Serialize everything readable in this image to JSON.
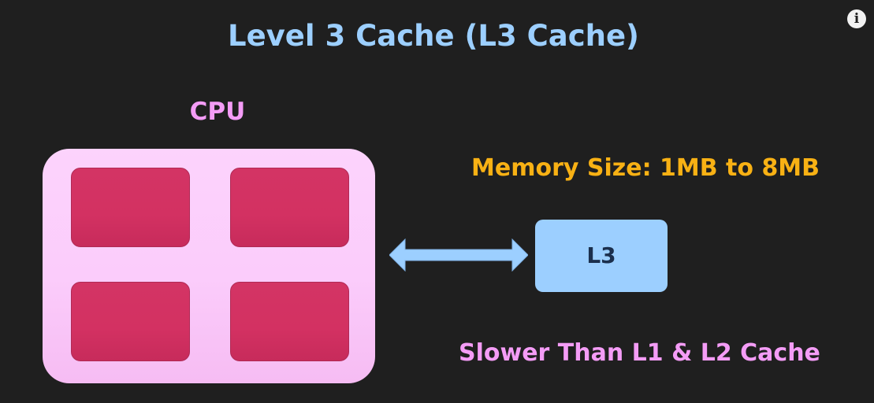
{
  "slide": {
    "title": "Level 3 Cache (L3 Cache)",
    "info_icon_glyph": "i",
    "cpu_label": "CPU",
    "memory_size": "Memory Size:  1MB to 8MB",
    "cache_label": "L3",
    "speed_note": "Slower Than L1 & L2 Cache"
  },
  "colors": {
    "background": "#1f1f1f",
    "title": "#9ccfff",
    "cpu_label": "#f49cf6",
    "cpu_box": "#fcd3fc",
    "core": "#d33464",
    "arrow": "#9ccfff",
    "memory_size": "#f8b114",
    "l3_box": "#9ccfff",
    "speed_note": "#f49cf6"
  },
  "icons": {
    "info": "info-icon",
    "arrow": "double-arrow-icon"
  }
}
